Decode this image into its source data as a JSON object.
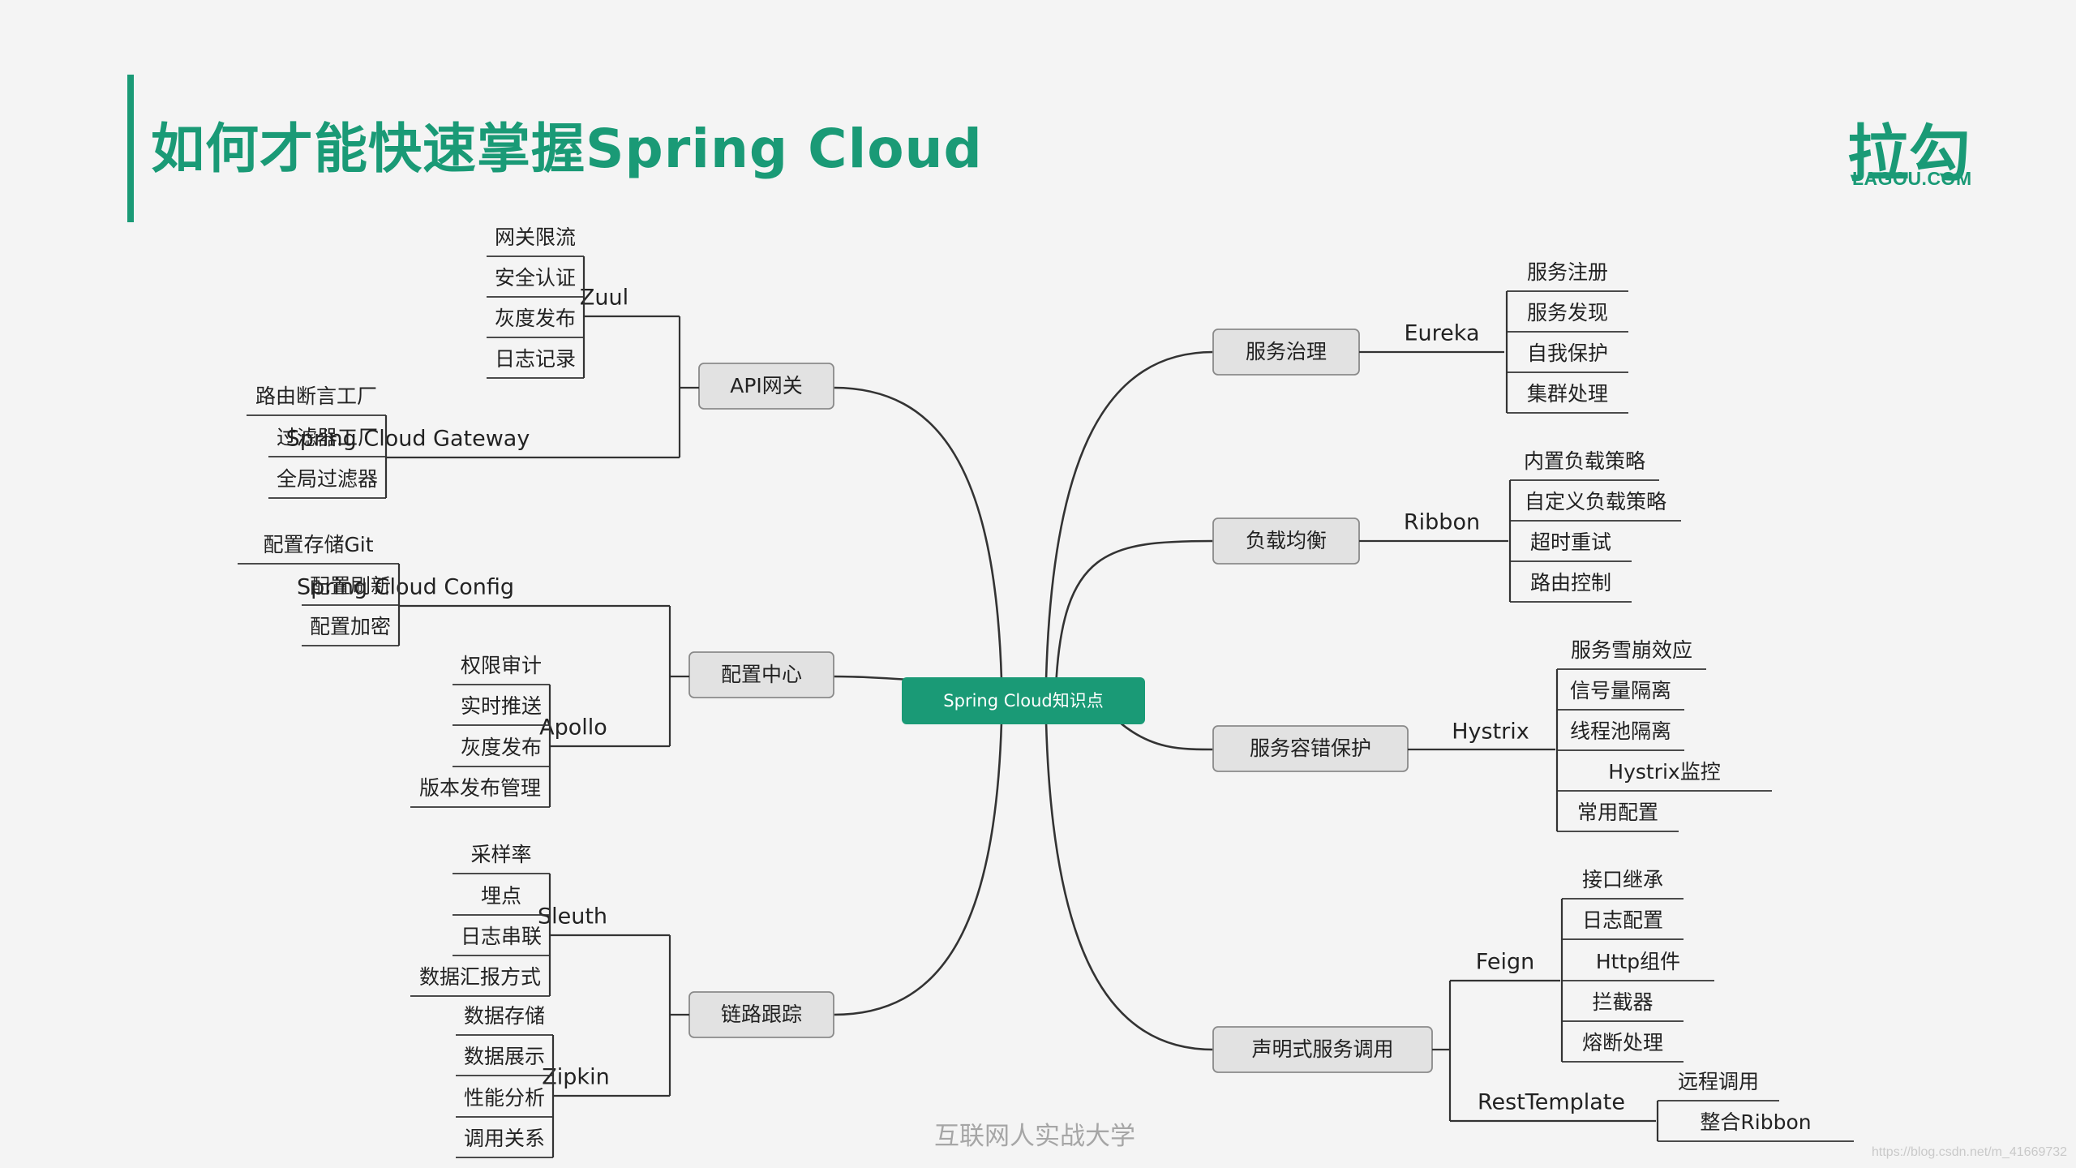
{
  "slide": {
    "title": "如何才能快速掌握Spring Cloud",
    "logo_cn": "拉勾",
    "logo_en": "LAGOU.COM",
    "footer": "互联网人实战大学",
    "watermark": "https://blog.csdn.net/m_41669732"
  },
  "colors": {
    "accent": "#1a9a76",
    "center_node": "#1a9a76",
    "node_fill": "#e2e2e2",
    "node_border": "#8a8a8a",
    "line": "#333333",
    "background": "#f4f4f4"
  },
  "mindmap": {
    "center": "Spring Cloud知识点",
    "left": [
      {
        "name": "API网关",
        "children": [
          {
            "name": "Zuul",
            "leaves": [
              "网关限流",
              "安全认证",
              "灰度发布",
              "日志记录"
            ]
          },
          {
            "name": "Spring Cloud Gateway",
            "leaves": [
              "路由断言工厂",
              "过滤器工厂",
              "全局过滤器"
            ]
          }
        ]
      },
      {
        "name": "配置中心",
        "children": [
          {
            "name": "Spring Cloud Config",
            "leaves": [
              "配置存储Git",
              "配置刷新",
              "配置加密"
            ]
          },
          {
            "name": "Apollo",
            "leaves": [
              "权限审计",
              "实时推送",
              "灰度发布",
              "版本发布管理"
            ]
          }
        ]
      },
      {
        "name": "链路跟踪",
        "children": [
          {
            "name": "Sleuth",
            "leaves": [
              "采样率",
              "埋点",
              "日志串联",
              "数据汇报方式"
            ]
          },
          {
            "name": "Zipkin",
            "leaves": [
              "数据存储",
              "数据展示",
              "性能分析",
              "调用关系"
            ]
          }
        ]
      }
    ],
    "right": [
      {
        "name": "服务治理",
        "children": [
          {
            "name": "Eureka",
            "leaves": [
              "服务注册",
              "服务发现",
              "自我保护",
              "集群处理"
            ]
          }
        ]
      },
      {
        "name": "负载均衡",
        "children": [
          {
            "name": "Ribbon",
            "leaves": [
              "内置负载策略",
              "自定义负载策略",
              "超时重试",
              "路由控制"
            ]
          }
        ]
      },
      {
        "name": "服务容错保护",
        "children": [
          {
            "name": "Hystrix",
            "leaves": [
              "服务雪崩效应",
              "信号量隔离",
              "线程池隔离",
              "Hystrix监控",
              "常用配置"
            ]
          }
        ]
      },
      {
        "name": "声明式服务调用",
        "children": [
          {
            "name": "Feign",
            "leaves": [
              "接口继承",
              "日志配置",
              "Http组件",
              "拦截器",
              "熔断处理"
            ]
          },
          {
            "name": "RestTemplate",
            "leaves": [
              "远程调用",
              "整合Ribbon"
            ]
          }
        ]
      }
    ]
  }
}
